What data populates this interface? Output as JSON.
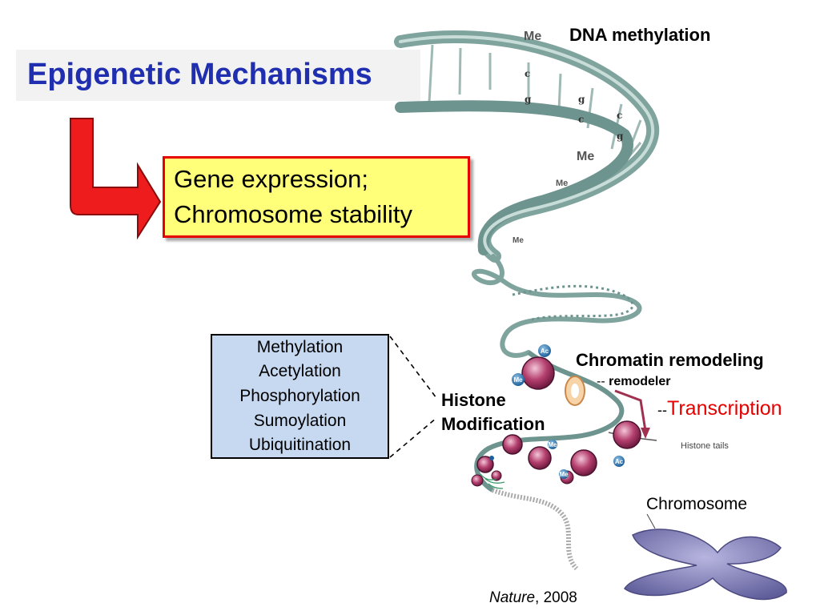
{
  "title": "Epigenetic Mechanisms",
  "outcome": {
    "line1": "Gene expression;",
    "line2": "Chromosome stability"
  },
  "modifications": [
    "Methylation",
    "Acetylation",
    "Phosphorylation",
    "Sumoylation",
    "Ubiquitination"
  ],
  "labels": {
    "dna_methylation": "DNA methylation",
    "histone_line1": "Histone",
    "histone_line2": "Modification",
    "chromatin_remodeling": "Chromatin remodeling",
    "remodeler_dash": "-- ",
    "remodeler": "remodeler",
    "transcription_dash": "--",
    "transcription": "Transcription",
    "histone_tails": "Histone tails",
    "chromosome": "Chromosome",
    "citation_journal": "Nature",
    "citation_year": ", 2008"
  },
  "dna_marks": {
    "me": "Me",
    "c": "c",
    "g": "g",
    "ac": "Ac"
  },
  "colors": {
    "title": "#1f2fb0",
    "outcome_fill": "#ffff7a",
    "outcome_border": "#e60000",
    "arrow": "#ee1c1c",
    "mods_fill": "#c6d9f1",
    "transcription": "#e60000",
    "dna_strand": "#7fa39d",
    "nucleosome": "#a0305e",
    "chromosome": "#7a78b0"
  }
}
